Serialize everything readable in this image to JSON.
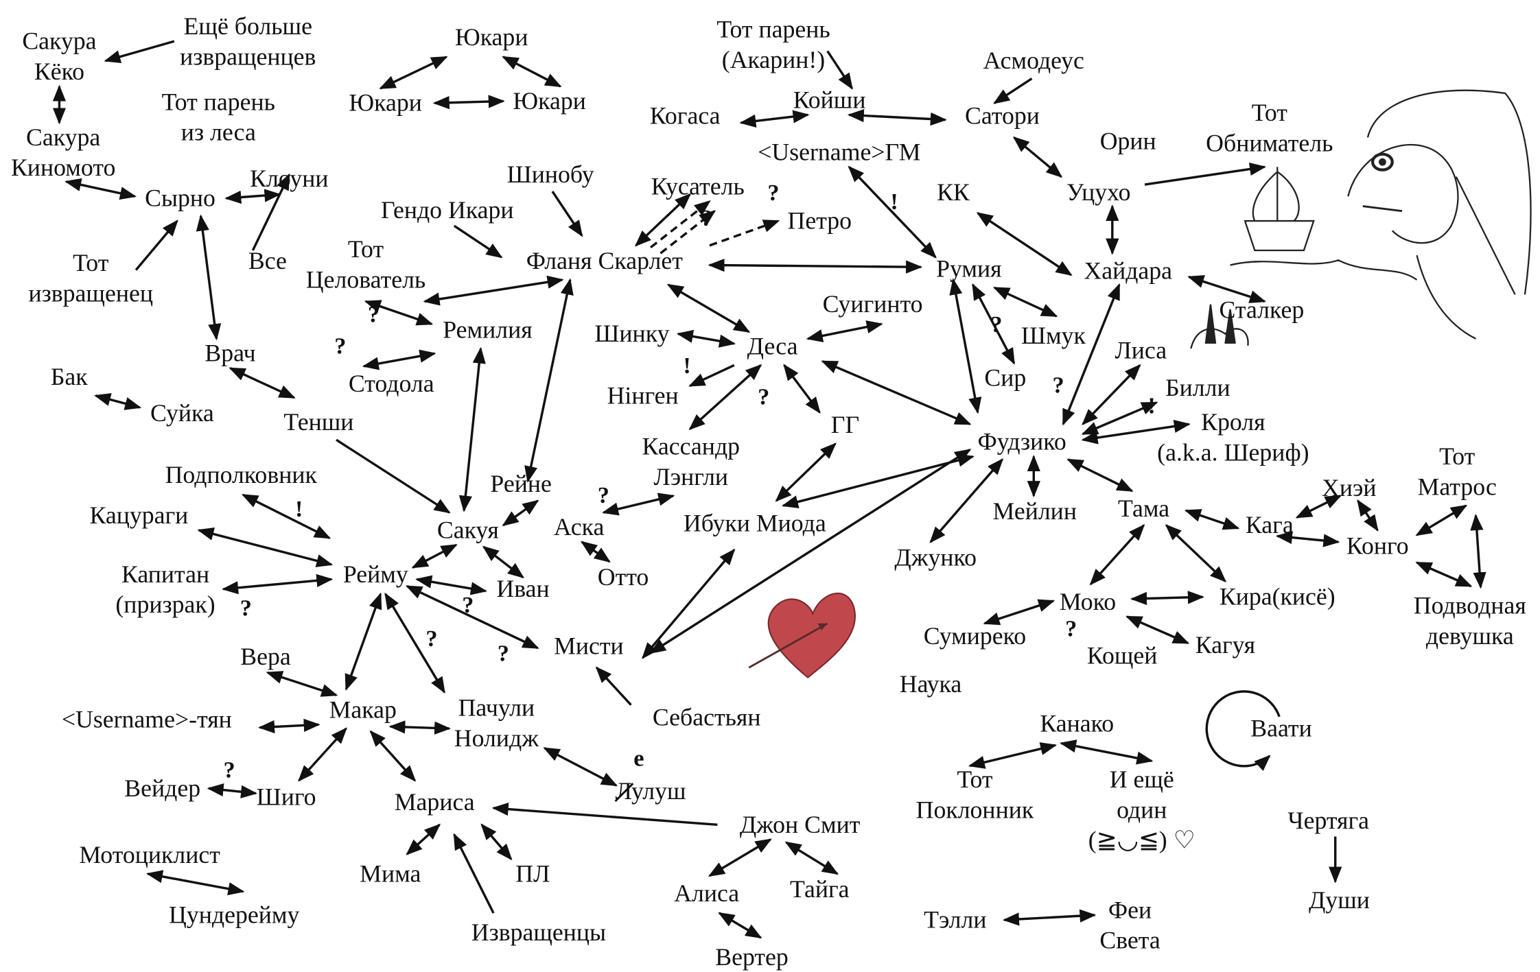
{
  "colors": {
    "text": "#111111",
    "flandre": "#8b1a1a",
    "desa": "#1f5f1f",
    "heart": "#c0484c"
  },
  "nodes": [
    {
      "id": "sakura_keko",
      "lines": [
        "Сакура",
        "Кёко"
      ]
    },
    {
      "id": "eshe_bolshe",
      "lines": [
        "Ещё больше",
        "извращенцев"
      ]
    },
    {
      "id": "yukari_top",
      "lines": [
        "Юкари"
      ]
    },
    {
      "id": "yukari_l",
      "lines": [
        "Юкари"
      ]
    },
    {
      "id": "yukari_r",
      "lines": [
        "Юкари"
      ]
    },
    {
      "id": "tot_akarin",
      "lines": [
        "Тот парень",
        "(Акарин!)"
      ]
    },
    {
      "id": "asmodeus",
      "lines": [
        "Асмодеус"
      ]
    },
    {
      "id": "kogasa",
      "lines": [
        "Когаса"
      ]
    },
    {
      "id": "koishi",
      "lines": [
        "Койши"
      ]
    },
    {
      "id": "satori",
      "lines": [
        "Сатори"
      ]
    },
    {
      "id": "username_gm",
      "lines": [
        "<Username>ГМ"
      ]
    },
    {
      "id": "orin",
      "lines": [
        "Орин"
      ]
    },
    {
      "id": "tot_obnim",
      "lines": [
        "Тот",
        "Обниматель"
      ]
    },
    {
      "id": "utsuho",
      "lines": [
        "Уцухо"
      ]
    },
    {
      "id": "sakura_kinomoto",
      "lines": [
        "Сакура",
        "Киномото"
      ]
    },
    {
      "id": "tot_les",
      "lines": [
        "Тот парень",
        "из леса"
      ]
    },
    {
      "id": "shinobu",
      "lines": [
        "Шинобу"
      ]
    },
    {
      "id": "kusatel",
      "lines": [
        "Кусатель"
      ]
    },
    {
      "id": "petro",
      "lines": [
        "Петро"
      ]
    },
    {
      "id": "kk",
      "lines": [
        "КК"
      ]
    },
    {
      "id": "khaidara",
      "lines": [
        "Хайдара"
      ]
    },
    {
      "id": "syrno",
      "lines": [
        "Сырно"
      ]
    },
    {
      "id": "klouny",
      "lines": [
        "Клоуни"
      ]
    },
    {
      "id": "vse",
      "lines": [
        "Все"
      ]
    },
    {
      "id": "gendo",
      "lines": [
        "Гендо Икари"
      ]
    },
    {
      "id": "flanya",
      "lines": [
        "Фланя Скарлет"
      ],
      "color": "#8b1a1a"
    },
    {
      "id": "rumia",
      "lines": [
        "Румия"
      ]
    },
    {
      "id": "tot_izvr",
      "lines": [
        "Тот",
        "извращенец"
      ]
    },
    {
      "id": "tot_celov",
      "lines": [
        "Тот",
        "Целователь"
      ]
    },
    {
      "id": "remilia",
      "lines": [
        "Ремилия"
      ]
    },
    {
      "id": "sugynto",
      "lines": [
        "Суигинто"
      ]
    },
    {
      "id": "stalker",
      "lines": [
        "Сталкер"
      ]
    },
    {
      "id": "desa",
      "lines": [
        "Деса"
      ],
      "color": "#1f5f1f"
    },
    {
      "id": "shinku",
      "lines": [
        "Шинку"
      ]
    },
    {
      "id": "shmuk",
      "lines": [
        "Шмук"
      ]
    },
    {
      "id": "lisa",
      "lines": [
        "Лиса"
      ]
    },
    {
      "id": "vrach",
      "lines": [
        "Врач"
      ]
    },
    {
      "id": "stodola",
      "lines": [
        "Стодола"
      ]
    },
    {
      "id": "sir",
      "lines": [
        "Сир"
      ]
    },
    {
      "id": "billi",
      "lines": [
        "Билли"
      ]
    },
    {
      "id": "bak",
      "lines": [
        "Бак"
      ]
    },
    {
      "id": "suika",
      "lines": [
        "Суйка"
      ]
    },
    {
      "id": "ningen",
      "lines": [
        "Нінген"
      ]
    },
    {
      "id": "tenshi",
      "lines": [
        "Тенши"
      ]
    },
    {
      "id": "gg",
      "lines": [
        "ГГ"
      ]
    },
    {
      "id": "kassandr",
      "lines": [
        "Кассандр",
        "Лэнгли"
      ]
    },
    {
      "id": "fudziko",
      "lines": [
        "Фудзико"
      ]
    },
    {
      "id": "krolya",
      "lines": [
        "Кроля",
        "(a.k.a. Шериф)"
      ]
    },
    {
      "id": "tot_matros",
      "lines": [
        "Тот",
        "Матрос"
      ]
    },
    {
      "id": "khiei",
      "lines": [
        "Хиэй"
      ]
    },
    {
      "id": "podpolk",
      "lines": [
        "Подполковник"
      ]
    },
    {
      "id": "reine",
      "lines": [
        "Рейне"
      ]
    },
    {
      "id": "meilin",
      "lines": [
        "Мейлин"
      ]
    },
    {
      "id": "tama",
      "lines": [
        "Тама"
      ]
    },
    {
      "id": "katsuragi",
      "lines": [
        "Кацураги"
      ]
    },
    {
      "id": "sakuya",
      "lines": [
        "Сакуя"
      ]
    },
    {
      "id": "aska",
      "lines": [
        "Аска"
      ]
    },
    {
      "id": "ibuki",
      "lines": [
        "Ибуки Миода"
      ]
    },
    {
      "id": "kaga",
      "lines": [
        "Кага"
      ]
    },
    {
      "id": "konko",
      "lines": [
        "Конго"
      ]
    },
    {
      "id": "dzhunko",
      "lines": [
        "Джунко"
      ]
    },
    {
      "id": "kapitan",
      "lines": [
        "Капитан",
        "(призрак)"
      ]
    },
    {
      "id": "reimu",
      "lines": [
        "Рейму"
      ]
    },
    {
      "id": "ivan",
      "lines": [
        "Иван"
      ]
    },
    {
      "id": "otto",
      "lines": [
        "Отто"
      ]
    },
    {
      "id": "moko",
      "lines": [
        "Моко"
      ]
    },
    {
      "id": "kira",
      "lines": [
        "Кира(кисё)"
      ]
    },
    {
      "id": "podvod",
      "lines": [
        "Подводная",
        "девушка"
      ]
    },
    {
      "id": "sumireko",
      "lines": [
        "Сумиреко"
      ]
    },
    {
      "id": "mistie",
      "lines": [
        "Мисти"
      ]
    },
    {
      "id": "vera",
      "lines": [
        "Вера"
      ]
    },
    {
      "id": "koshchei",
      "lines": [
        "Кощей"
      ]
    },
    {
      "id": "kaguya",
      "lines": [
        "Кагуя"
      ]
    },
    {
      "id": "nauka",
      "lines": [
        "Наука"
      ]
    },
    {
      "id": "makar",
      "lines": [
        "Макар"
      ]
    },
    {
      "id": "pachuli",
      "lines": [
        "Пачули",
        "Нолидж"
      ]
    },
    {
      "id": "username_tyan",
      "lines": [
        "<Username>-тян"
      ]
    },
    {
      "id": "sebastian",
      "lines": [
        "Себастьян"
      ]
    },
    {
      "id": "kanako",
      "lines": [
        "Канако"
      ]
    },
    {
      "id": "vaati",
      "lines": [
        "Ваати"
      ]
    },
    {
      "id": "veider",
      "lines": [
        "Вейдер"
      ]
    },
    {
      "id": "shigo",
      "lines": [
        "Шиго"
      ]
    },
    {
      "id": "lulush",
      "lines": [
        "Лулуш"
      ]
    },
    {
      "id": "marisa",
      "lines": [
        "Мариса"
      ]
    },
    {
      "id": "tot_poklon",
      "lines": [
        "Тот",
        "Поклонник"
      ]
    },
    {
      "id": "eshe_odin",
      "lines": [
        "И ещё",
        "один",
        "(≧◡≦) ♡"
      ]
    },
    {
      "id": "chertyaga",
      "lines": [
        "Чертяга"
      ]
    },
    {
      "id": "john",
      "lines": [
        "Джон Смит"
      ]
    },
    {
      "id": "motocikl",
      "lines": [
        "Мотоциклист"
      ]
    },
    {
      "id": "tsundere",
      "lines": [
        "Цундерейму"
      ]
    },
    {
      "id": "mima",
      "lines": [
        "Мима"
      ]
    },
    {
      "id": "pl",
      "lines": [
        "ПЛ"
      ]
    },
    {
      "id": "alisa",
      "lines": [
        "Алиса"
      ]
    },
    {
      "id": "taiga",
      "lines": [
        "Тайга"
      ]
    },
    {
      "id": "izvr",
      "lines": [
        "Извращенцы"
      ]
    },
    {
      "id": "vertep",
      "lines": [
        "Вертер"
      ]
    },
    {
      "id": "telli",
      "lines": [
        "Тэлли"
      ]
    },
    {
      "id": "fei",
      "lines": [
        "Феи",
        "Света"
      ]
    },
    {
      "id": "dushi",
      "lines": [
        "Души"
      ]
    }
  ],
  "annotations": {
    "question": "?",
    "exclaim": "!",
    "lulush_correction": "е"
  }
}
